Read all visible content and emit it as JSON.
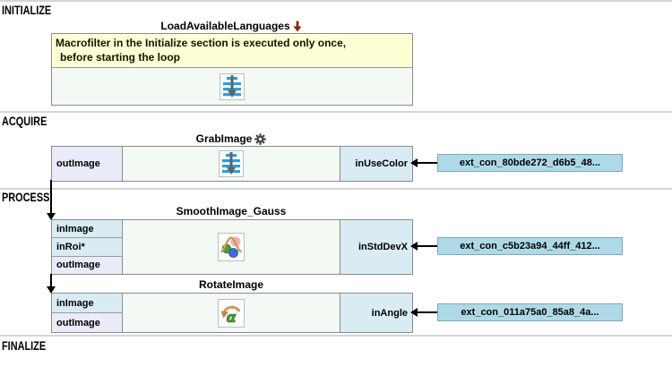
{
  "sections": {
    "initialize": "INITIALIZE",
    "acquire": "ACQUIRE",
    "process": "PROCESS",
    "finalize": "FINALIZE"
  },
  "initialize_block": {
    "title": "LoadAvailableLanguages",
    "title_icon": "enter-macrofilter-arrow-icon",
    "comment_line1": "Macrofilter in the Initialize section is executed only once,",
    "comment_line2": "before starting the loop",
    "body_icon": "macrofilter-steps-icon"
  },
  "acquire_block": {
    "title": "GrabImage",
    "title_icon": "gear-icon",
    "left_ports": [
      {
        "label": "outImage",
        "type": "output"
      }
    ],
    "right_port": {
      "label": "inUseColor"
    },
    "external_connector": {
      "label": "ext_con_80bde272_d6b5_48..."
    },
    "body_icon": "macrofilter-steps-icon"
  },
  "process_blocks": [
    {
      "title": "SmoothImage_Gauss",
      "left_ports": [
        {
          "label": "inImage",
          "type": "input"
        },
        {
          "label": "inRoi*",
          "type": "input"
        },
        {
          "label": "outImage",
          "type": "output"
        }
      ],
      "right_port": {
        "label": "inStdDevX"
      },
      "external_connector": {
        "label": "ext_con_c5b23a94_44ff_412..."
      },
      "body_icon": "gauss-smooth-icon"
    },
    {
      "title": "RotateImage",
      "left_ports": [
        {
          "label": "inImage",
          "type": "input"
        },
        {
          "label": "outImage",
          "type": "output"
        }
      ],
      "right_port": {
        "label": "inAngle"
      },
      "external_connector": {
        "label": "ext_con_011a75a0_85a8_4a..."
      },
      "body_icon": "rotate-alpha-icon"
    }
  ],
  "colors": {
    "input_port_bg": "#d9ecf3",
    "output_port_bg": "#e9ebf8",
    "block_body_bg": "#f2faf3",
    "comment_bg": "#ffffd6",
    "connector_bg": "#aedae8",
    "connector_border": "#7fa8b5",
    "macro_icon_blue": "#2e9fd4",
    "macro_icon_gray": "#5e6468",
    "title_arrow_red": "#7e2a12",
    "divider_gray": "#d5d5d5",
    "arrow_black": "#000000"
  }
}
